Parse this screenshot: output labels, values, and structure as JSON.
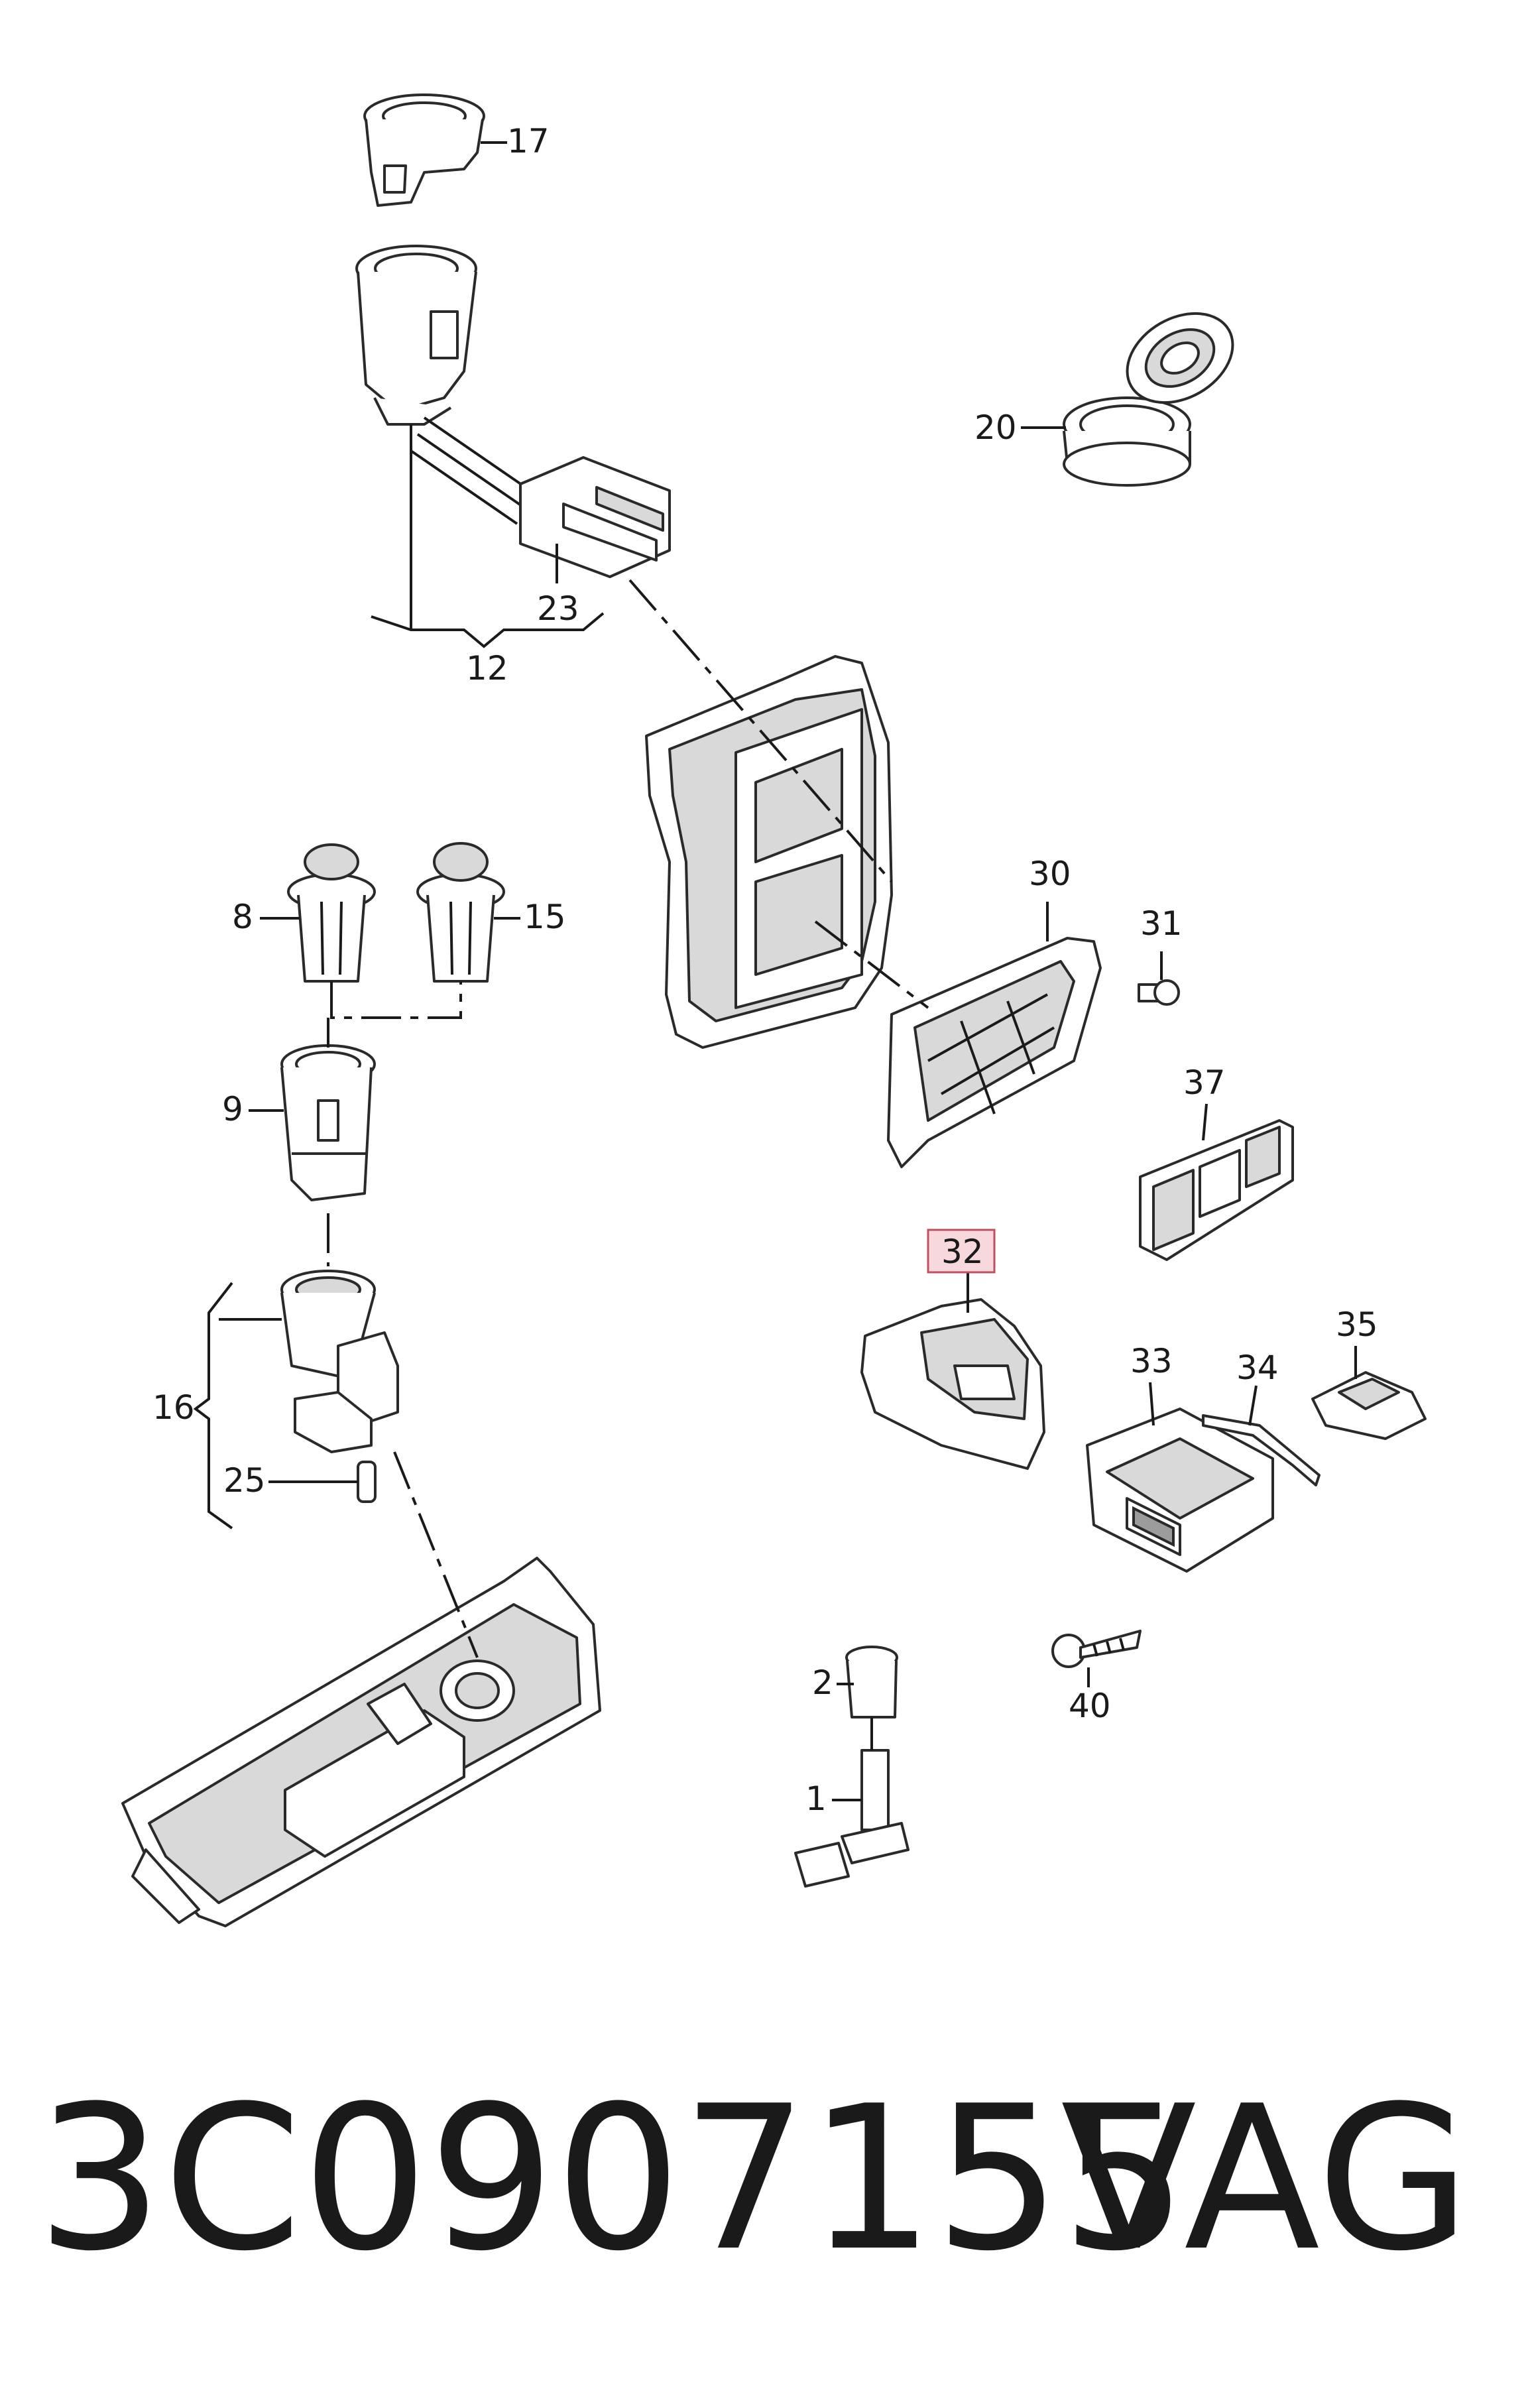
{
  "diagram": {
    "callouts": [
      {
        "id": "17",
        "label": "17"
      },
      {
        "id": "20",
        "label": "20"
      },
      {
        "id": "23",
        "label": "23"
      },
      {
        "id": "12",
        "label": "12"
      },
      {
        "id": "30",
        "label": "30"
      },
      {
        "id": "31",
        "label": "31"
      },
      {
        "id": "8",
        "label": "8"
      },
      {
        "id": "15",
        "label": "15"
      },
      {
        "id": "37",
        "label": "37"
      },
      {
        "id": "9",
        "label": "9"
      },
      {
        "id": "32",
        "label": "32",
        "highlighted": true
      },
      {
        "id": "35",
        "label": "35"
      },
      {
        "id": "33",
        "label": "33"
      },
      {
        "id": "34",
        "label": "34"
      },
      {
        "id": "16",
        "label": "16"
      },
      {
        "id": "25",
        "label": "25"
      },
      {
        "id": "40",
        "label": "40"
      },
      {
        "id": "2",
        "label": "2"
      },
      {
        "id": "1",
        "label": "1"
      }
    ],
    "highlight_color": "#f7d8dc"
  },
  "footer": {
    "part_number": "3C0907155",
    "brand": "VAG"
  }
}
